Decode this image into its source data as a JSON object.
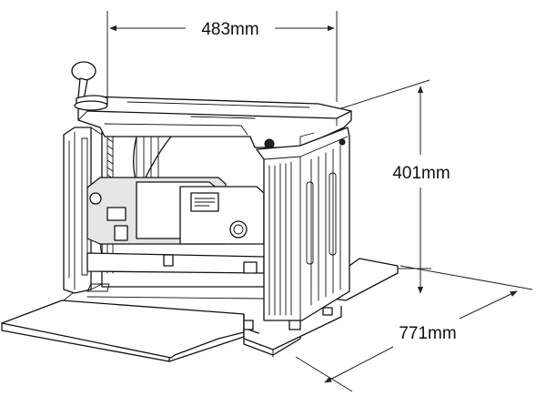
{
  "dimensions": {
    "width": {
      "label": "483mm",
      "value": 483,
      "unit": "mm"
    },
    "height": {
      "label": "401mm",
      "value": 401,
      "unit": "mm"
    },
    "depth": {
      "label": "771mm",
      "value": 771,
      "unit": "mm"
    }
  },
  "colors": {
    "line": "#111111",
    "background": "#ffffff",
    "shade": "#e6e6e6"
  }
}
